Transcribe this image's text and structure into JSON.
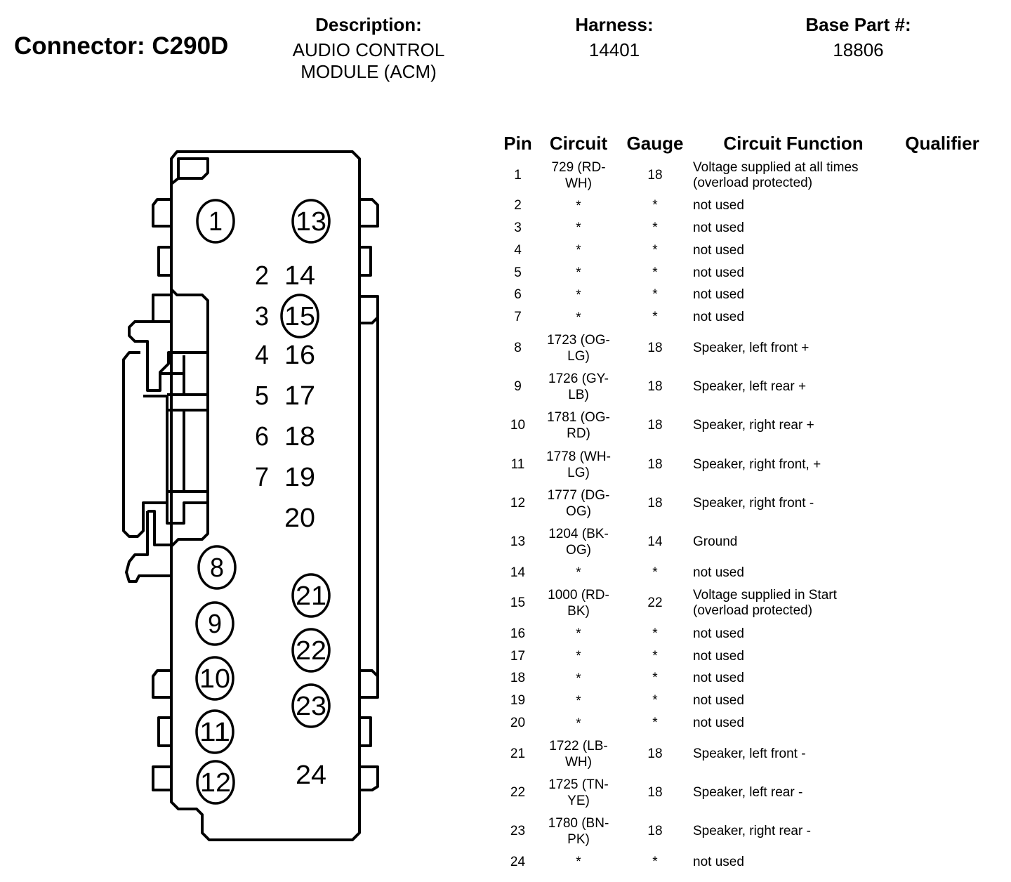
{
  "header": {
    "connector_title": "Connector: C290D",
    "description_label": "Description:",
    "description_line1": "AUDIO CONTROL",
    "description_line2": "MODULE (ACM)",
    "harness_label": "Harness:",
    "harness_value": "14401",
    "base_part_label": "Base Part #:",
    "base_part_value": "18806"
  },
  "table": {
    "columns": [
      "Pin",
      "Circuit",
      "Gauge",
      "Circuit Function",
      "Qualifier"
    ],
    "rows": [
      {
        "pin": "1",
        "circuit": [
          "729 (RD-",
          "WH)"
        ],
        "gauge": "18",
        "function": [
          "Voltage supplied at all times",
          "(overload protected)"
        ],
        "qualifier": ""
      },
      {
        "pin": "2",
        "circuit": [
          "*"
        ],
        "gauge": "*",
        "function": [
          "not used"
        ],
        "qualifier": ""
      },
      {
        "pin": "3",
        "circuit": [
          "*"
        ],
        "gauge": "*",
        "function": [
          "not used"
        ],
        "qualifier": ""
      },
      {
        "pin": "4",
        "circuit": [
          "*"
        ],
        "gauge": "*",
        "function": [
          "not used"
        ],
        "qualifier": ""
      },
      {
        "pin": "5",
        "circuit": [
          "*"
        ],
        "gauge": "*",
        "function": [
          "not used"
        ],
        "qualifier": ""
      },
      {
        "pin": "6",
        "circuit": [
          "*"
        ],
        "gauge": "*",
        "function": [
          "not used"
        ],
        "qualifier": ""
      },
      {
        "pin": "7",
        "circuit": [
          "*"
        ],
        "gauge": "*",
        "function": [
          "not used"
        ],
        "qualifier": ""
      },
      {
        "pin": "8",
        "circuit": [
          "1723 (OG-",
          "LG)"
        ],
        "gauge": "18",
        "function": [
          "Speaker, left front +"
        ],
        "qualifier": ""
      },
      {
        "pin": "9",
        "circuit": [
          "1726 (GY-",
          "LB)"
        ],
        "gauge": "18",
        "function": [
          "Speaker, left rear +"
        ],
        "qualifier": ""
      },
      {
        "pin": "10",
        "circuit": [
          "1781 (OG-",
          "RD)"
        ],
        "gauge": "18",
        "function": [
          "Speaker, right rear +"
        ],
        "qualifier": ""
      },
      {
        "pin": "11",
        "circuit": [
          "1778 (WH-",
          "LG)"
        ],
        "gauge": "18",
        "function": [
          "Speaker, right front, +"
        ],
        "qualifier": ""
      },
      {
        "pin": "12",
        "circuit": [
          "1777 (DG-",
          "OG)"
        ],
        "gauge": "18",
        "function": [
          "Speaker, right front -"
        ],
        "qualifier": ""
      },
      {
        "pin": "13",
        "circuit": [
          "1204 (BK-",
          "OG)"
        ],
        "gauge": "14",
        "function": [
          "Ground"
        ],
        "qualifier": ""
      },
      {
        "pin": "14",
        "circuit": [
          "*"
        ],
        "gauge": "*",
        "function": [
          "not used"
        ],
        "qualifier": ""
      },
      {
        "pin": "15",
        "circuit": [
          "1000 (RD-",
          "BK)"
        ],
        "gauge": "22",
        "function": [
          "Voltage supplied in Start",
          "(overload protected)"
        ],
        "qualifier": ""
      },
      {
        "pin": "16",
        "circuit": [
          "*"
        ],
        "gauge": "*",
        "function": [
          "not used"
        ],
        "qualifier": ""
      },
      {
        "pin": "17",
        "circuit": [
          "*"
        ],
        "gauge": "*",
        "function": [
          "not used"
        ],
        "qualifier": ""
      },
      {
        "pin": "18",
        "circuit": [
          "*"
        ],
        "gauge": "*",
        "function": [
          "not used"
        ],
        "qualifier": ""
      },
      {
        "pin": "19",
        "circuit": [
          "*"
        ],
        "gauge": "*",
        "function": [
          "not used"
        ],
        "qualifier": ""
      },
      {
        "pin": "20",
        "circuit": [
          "*"
        ],
        "gauge": "*",
        "function": [
          "not used"
        ],
        "qualifier": ""
      },
      {
        "pin": "21",
        "circuit": [
          "1722 (LB-",
          "WH)"
        ],
        "gauge": "18",
        "function": [
          "Speaker, left front -"
        ],
        "qualifier": ""
      },
      {
        "pin": "22",
        "circuit": [
          "1725 (TN-",
          "YE)"
        ],
        "gauge": "18",
        "function": [
          "Speaker, left rear -"
        ],
        "qualifier": ""
      },
      {
        "pin": "23",
        "circuit": [
          "1780 (BN-",
          "PK)"
        ],
        "gauge": "18",
        "function": [
          "Speaker, right rear -"
        ],
        "qualifier": ""
      },
      {
        "pin": "24",
        "circuit": [
          "*"
        ],
        "gauge": "*",
        "function": [
          "not used"
        ],
        "qualifier": ""
      }
    ]
  },
  "connector_face": {
    "pins": [
      {
        "label": "1",
        "circled": true
      },
      {
        "label": "2",
        "circled": false
      },
      {
        "label": "3",
        "circled": false
      },
      {
        "label": "4",
        "circled": false
      },
      {
        "label": "5",
        "circled": false
      },
      {
        "label": "6",
        "circled": false
      },
      {
        "label": "7",
        "circled": false
      },
      {
        "label": "8",
        "circled": true
      },
      {
        "label": "9",
        "circled": true
      },
      {
        "label": "10",
        "circled": true
      },
      {
        "label": "11",
        "circled": true
      },
      {
        "label": "12",
        "circled": true
      },
      {
        "label": "13",
        "circled": true
      },
      {
        "label": "14",
        "circled": false
      },
      {
        "label": "15",
        "circled": true
      },
      {
        "label": "16",
        "circled": false
      },
      {
        "label": "17",
        "circled": false
      },
      {
        "label": "18",
        "circled": false
      },
      {
        "label": "19",
        "circled": false
      },
      {
        "label": "20",
        "circled": false
      },
      {
        "label": "21",
        "circled": true
      },
      {
        "label": "22",
        "circled": true
      },
      {
        "label": "23",
        "circled": true
      },
      {
        "label": "24",
        "circled": false
      }
    ]
  }
}
